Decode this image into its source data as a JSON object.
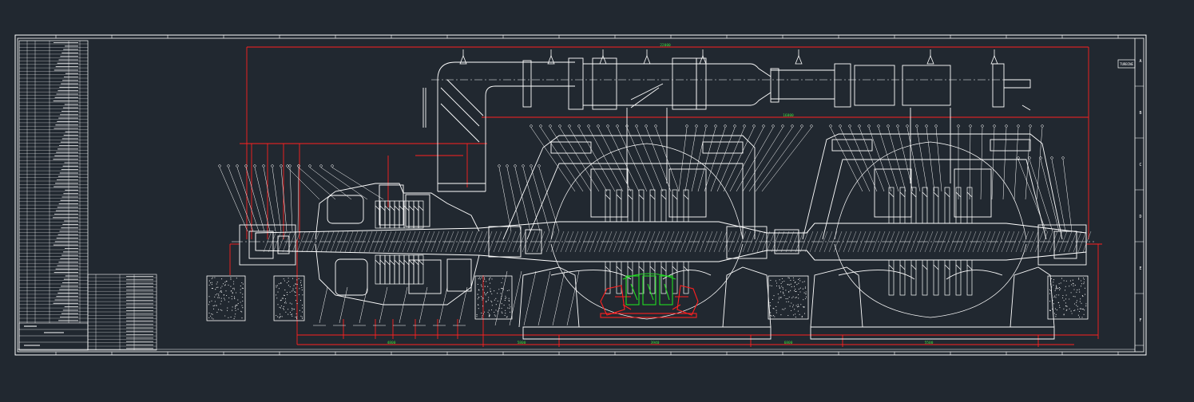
{
  "drawing": {
    "title_block_label": "TURBINE",
    "zone_letters": [
      "A",
      "B",
      "C",
      "D",
      "E",
      "F"
    ],
    "colors": {
      "background": "#212830",
      "linework": "#ffffff",
      "dimension": "#ff2020",
      "highlight": "#22dd22",
      "dim_text": "#3fe03f"
    },
    "top_dimension": "22000",
    "mid_dimension": "16800",
    "bottom_dimensions": [
      "4800",
      "5800",
      "3940",
      "6800",
      "5500"
    ]
  }
}
